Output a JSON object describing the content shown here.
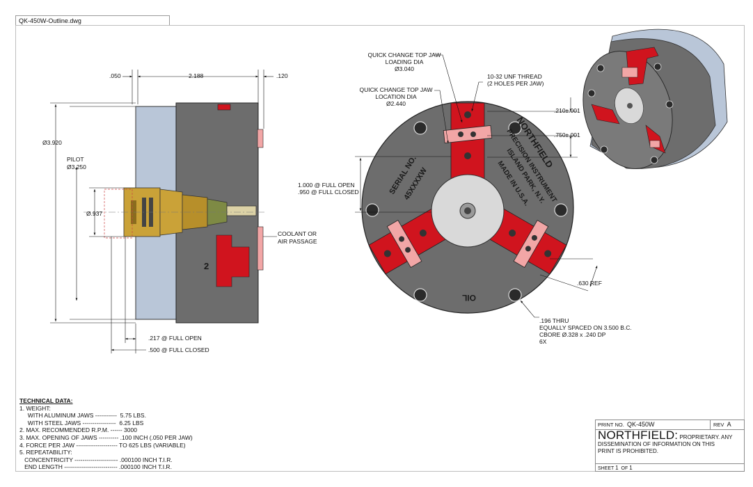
{
  "file_tab": "QK-450W-Outline.dwg",
  "side_view": {
    "dim_050": ".050",
    "dim_2188": "2.188",
    "dim_120": ".120",
    "dim_3920": "Ø3.920",
    "pilot_label": "PILOT",
    "pilot_dia": "Ø3.250",
    "dim_937": "Ø.937",
    "coolant_1": "COOLANT OR",
    "coolant_2": "AIR PASSAGE",
    "jaw_number": "2",
    "dim_217": ".217 @ FULL OPEN",
    "dim_500": ".500 @ FULL CLOSED"
  },
  "front_view": {
    "qc_loading_1": "QUICK CHANGE TOP JAW",
    "qc_loading_2": "LOADING DIA",
    "qc_loading_3": "Ø3.040",
    "qc_location_1": "QUICK CHANGE TOP JAW",
    "qc_location_2": "LOCATION DIA",
    "qc_location_3": "Ø2.440",
    "thread_1": "10-32 UNF THREAD",
    "thread_2": "(2 HOLES PER JAW)",
    "dim_210": ".210±.001",
    "dim_750": ".750±.001",
    "open_1": "1.000 @ FULL OPEN",
    "open_2": ".950 @ FULL CLOSED",
    "dim_630": ".630 REF",
    "thru_1": ".196 THRU",
    "thru_2": "EQUALLY SPACED ON 3.500 B.C.",
    "thru_3": "CBORE Ø.328 x .240 DP",
    "thru_4": "6X",
    "engrave_brand": "NORTHFIELD",
    "engrave_line2": "PRECISION INSTRUMENT",
    "engrave_line3": "ISLAND PARK, N.Y.",
    "engrave_line4": "MADE IN U.S.A.",
    "engrave_serial": "SERIAL NO.",
    "engrave_serial_val": "45XXXXW",
    "engrave_oil": "OIL"
  },
  "technical_data": {
    "title": "TECHNICAL DATA:",
    "lines": [
      "1. WEIGHT:",
      "     WITH ALUMINUM JAWS -----------  5.75 LBS.",
      "     WITH STEEL JAWS -----------------  6.25 LBS",
      "2. MAX. RECOMMENDED R.P.M. ------ 3000",
      "3. MAX. OPENING OF JAWS ---------- .100 INCH (.050 PER JAW)",
      "4. FORCE PER JAW --------------------- TO 625 LBS (VARIABLE)",
      "5. REPEATABILITY:",
      "   CONCENTRICITY ---------------------- .000100 INCH T.I.R.",
      "   END LENGTH --------------------------- .000100 INCH T.I.R."
    ]
  },
  "title_block": {
    "print_no_label": "PRINT NO.",
    "print_no": "QK-450W",
    "rev_label": "REV",
    "rev": "A",
    "brand": "NORTHFIELD:",
    "notice_1": " PROPRIETARY. ANY",
    "notice_2": "DISSEMINATION OF INFORMATION ON THIS",
    "notice_3": "PRINT IS PROHIBITED.",
    "sheet_label": "SHEET",
    "sheet": "1",
    "of_label": "OF",
    "of": "1"
  },
  "colors": {
    "body_gray": "#6d6d6d",
    "pilot_blue": "#b9c6d8",
    "jaw_red": "#d0141e",
    "jaw_pink": "#f2a6a6",
    "brass": "#caa238",
    "face_light": "#d9d9d9"
  }
}
